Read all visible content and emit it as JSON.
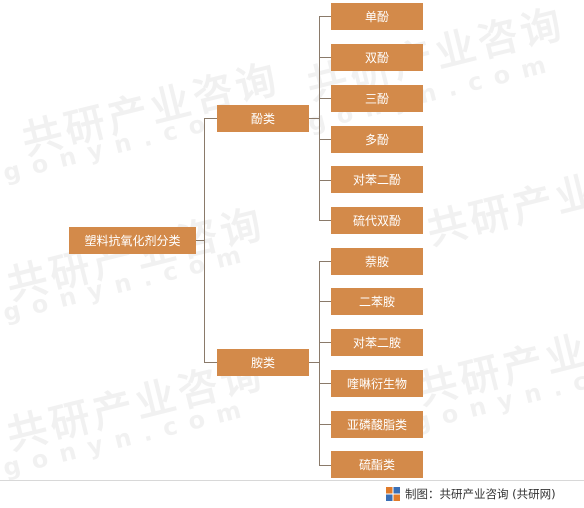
{
  "root": {
    "label": "塑料抗氧化剂分类"
  },
  "branches": [
    {
      "label": "酚类",
      "children": [
        "单酚",
        "双酚",
        "三酚",
        "多酚",
        "对苯二酚",
        "硫代双酚"
      ]
    },
    {
      "label": "胺类",
      "children": [
        "萘胺",
        "二苯胺",
        "对苯二胺",
        "喹啉衍生物",
        "亚磷酸脂类",
        "硫酯类"
      ]
    }
  ],
  "source": {
    "text": "制图：共研产业咨询 (共研网)"
  },
  "watermark": {
    "cn": "共研产业咨询",
    "en": "gonyn.com"
  },
  "colors": {
    "node_fill": "#d38a4a",
    "line": "#8a7a6a",
    "logo_orange": "#e07b2a",
    "logo_blue": "#3a6fb5"
  }
}
